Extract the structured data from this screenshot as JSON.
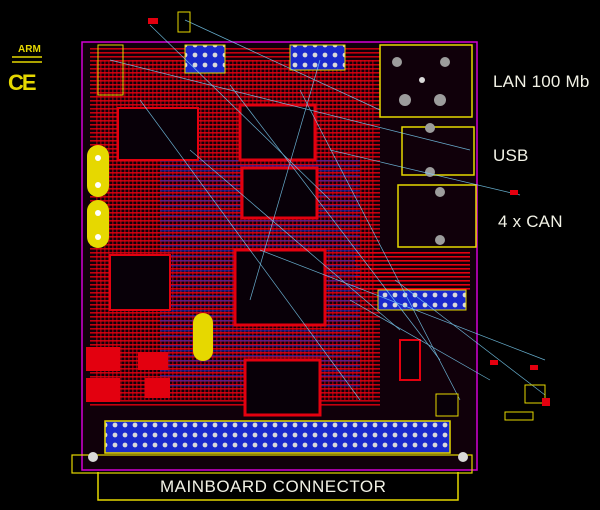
{
  "labels": {
    "lan": "LAN 100 Mb",
    "usb": "USB",
    "can": "4 x CAN",
    "mainboard": "MAINBOARD CONNECTOR",
    "arm": "ARM",
    "ce": "CE"
  },
  "colors": {
    "background": "#000000",
    "board_outline": "#e6d800",
    "top_copper": "#e3000f",
    "bottom_copper": "#1a2acc",
    "silkscreen": "#e6d800",
    "ratsnest": "#7fd8ff",
    "pads": "#d9d9d9",
    "magenta_outline": "#d400d4"
  }
}
